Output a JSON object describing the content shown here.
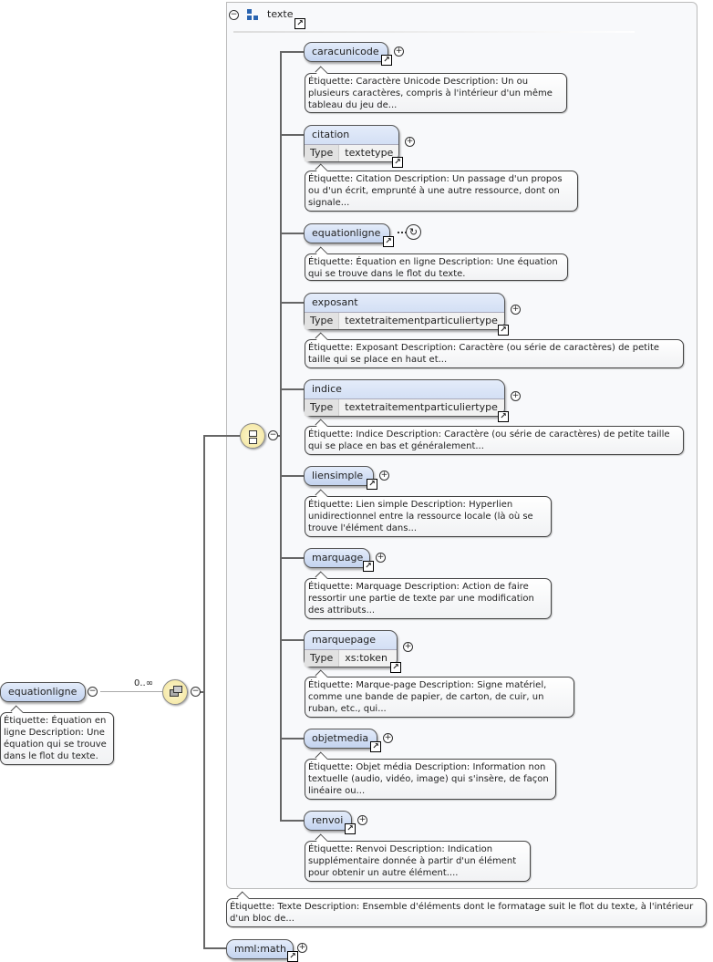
{
  "root": {
    "name": "equationligne",
    "description": "Étiquette: Équation en ligne Description: Une équation qui se trouve dans le flot du texte.",
    "cardinality": "0..∞"
  },
  "group": {
    "name": "texte",
    "description": "Étiquette: Texte Description: Ensemble d'éléments dont le formatage suit le flot du texte, à l'intérieur d'un bloc de..."
  },
  "type_label": "Type",
  "children": [
    {
      "name": "caracunicode",
      "description": "Étiquette: Caractère Unicode Description: Un ou plusieurs caractères, compris à l'intérieur d'un même tableau du jeu de..."
    },
    {
      "name": "citation",
      "type": "textetype",
      "description": "Étiquette: Citation Description: Un passage d'un propos ou d'un écrit, emprunté à une autre ressource, dont on signale..."
    },
    {
      "name": "equationligne",
      "description": "Étiquette: Équation en ligne Description: Une équation qui se trouve dans le flot du texte."
    },
    {
      "name": "exposant",
      "type": "textetraitementparticuliertype",
      "description": "Étiquette: Exposant Description: Caractère (ou série de caractères) de petite taille qui se place en haut et..."
    },
    {
      "name": "indice",
      "type": "textetraitementparticuliertype",
      "description": "Étiquette: Indice Description: Caractère (ou série de caractères) de petite taille qui se place en bas et généralement..."
    },
    {
      "name": "liensimple",
      "description": "Étiquette: Lien simple Description: Hyperlien unidirectionnel entre la ressource locale (là où se trouve l'élément dans..."
    },
    {
      "name": "marquage",
      "description": "Étiquette: Marquage Description: Action de faire ressortir une partie de texte par une modification des attributs..."
    },
    {
      "name": "marquepage",
      "type": "xs:token",
      "description": "Étiquette: Marque-page Description: Signe matériel, comme une bande de papier, de carton, de cuir, un ruban, etc., qui..."
    },
    {
      "name": "objetmedia",
      "description": "Étiquette: Objet média Description: Information non textuelle (audio, vidéo, image) qui s'insère, de façon linéaire ou..."
    },
    {
      "name": "renvoi",
      "description": "Étiquette: Renvoi Description: Indication supplémentaire donnée à partir d'un élément pour obtenir un autre élément...."
    }
  ],
  "math": {
    "name": "mml:math"
  }
}
